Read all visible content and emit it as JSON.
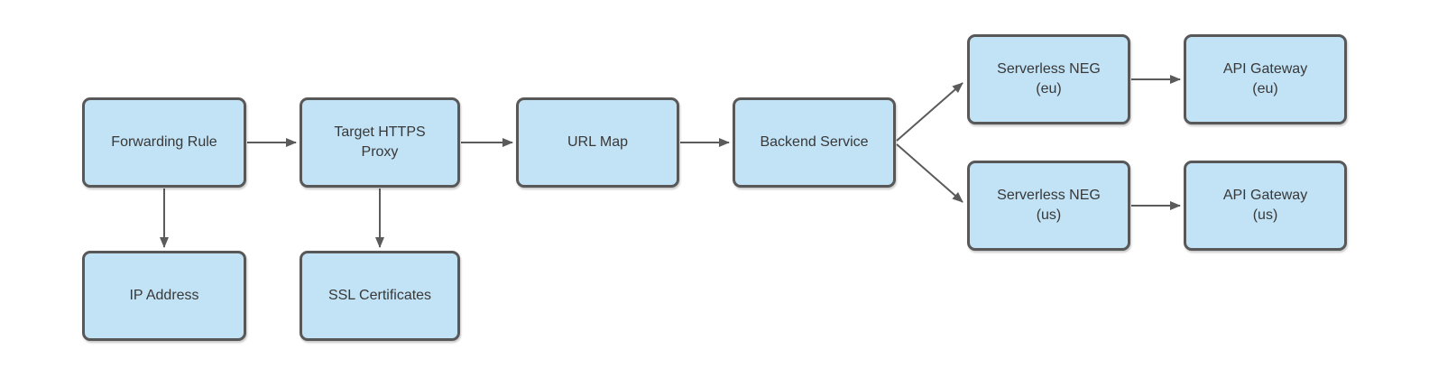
{
  "diagram": {
    "nodes": [
      {
        "id": "forwarding-rule",
        "label": "Forwarding Rule"
      },
      {
        "id": "target-https-proxy",
        "label": "Target HTTPS\nProxy"
      },
      {
        "id": "url-map",
        "label": "URL Map"
      },
      {
        "id": "backend-service",
        "label": "Backend Service"
      },
      {
        "id": "serverless-neg-eu",
        "label": "Serverless NEG\n(eu)"
      },
      {
        "id": "api-gateway-eu",
        "label": "API Gateway\n(eu)"
      },
      {
        "id": "serverless-neg-us",
        "label": "Serverless NEG\n(us)"
      },
      {
        "id": "api-gateway-us",
        "label": "API Gateway\n(us)"
      },
      {
        "id": "ip-address",
        "label": "IP Address"
      },
      {
        "id": "ssl-certificates",
        "label": "SSL Certificates"
      }
    ],
    "edges": [
      {
        "from": "forwarding-rule",
        "to": "target-https-proxy"
      },
      {
        "from": "target-https-proxy",
        "to": "url-map"
      },
      {
        "from": "url-map",
        "to": "backend-service"
      },
      {
        "from": "backend-service",
        "to": "serverless-neg-eu"
      },
      {
        "from": "backend-service",
        "to": "serverless-neg-us"
      },
      {
        "from": "serverless-neg-eu",
        "to": "api-gateway-eu"
      },
      {
        "from": "serverless-neg-us",
        "to": "api-gateway-us"
      },
      {
        "from": "forwarding-rule",
        "to": "ip-address"
      },
      {
        "from": "target-https-proxy",
        "to": "ssl-certificates"
      }
    ],
    "colors": {
      "node_fill": "#c2e2f5",
      "node_border": "#585858",
      "arrow": "#5b5b5b",
      "text": "#383838",
      "background": "#ffffff"
    }
  }
}
